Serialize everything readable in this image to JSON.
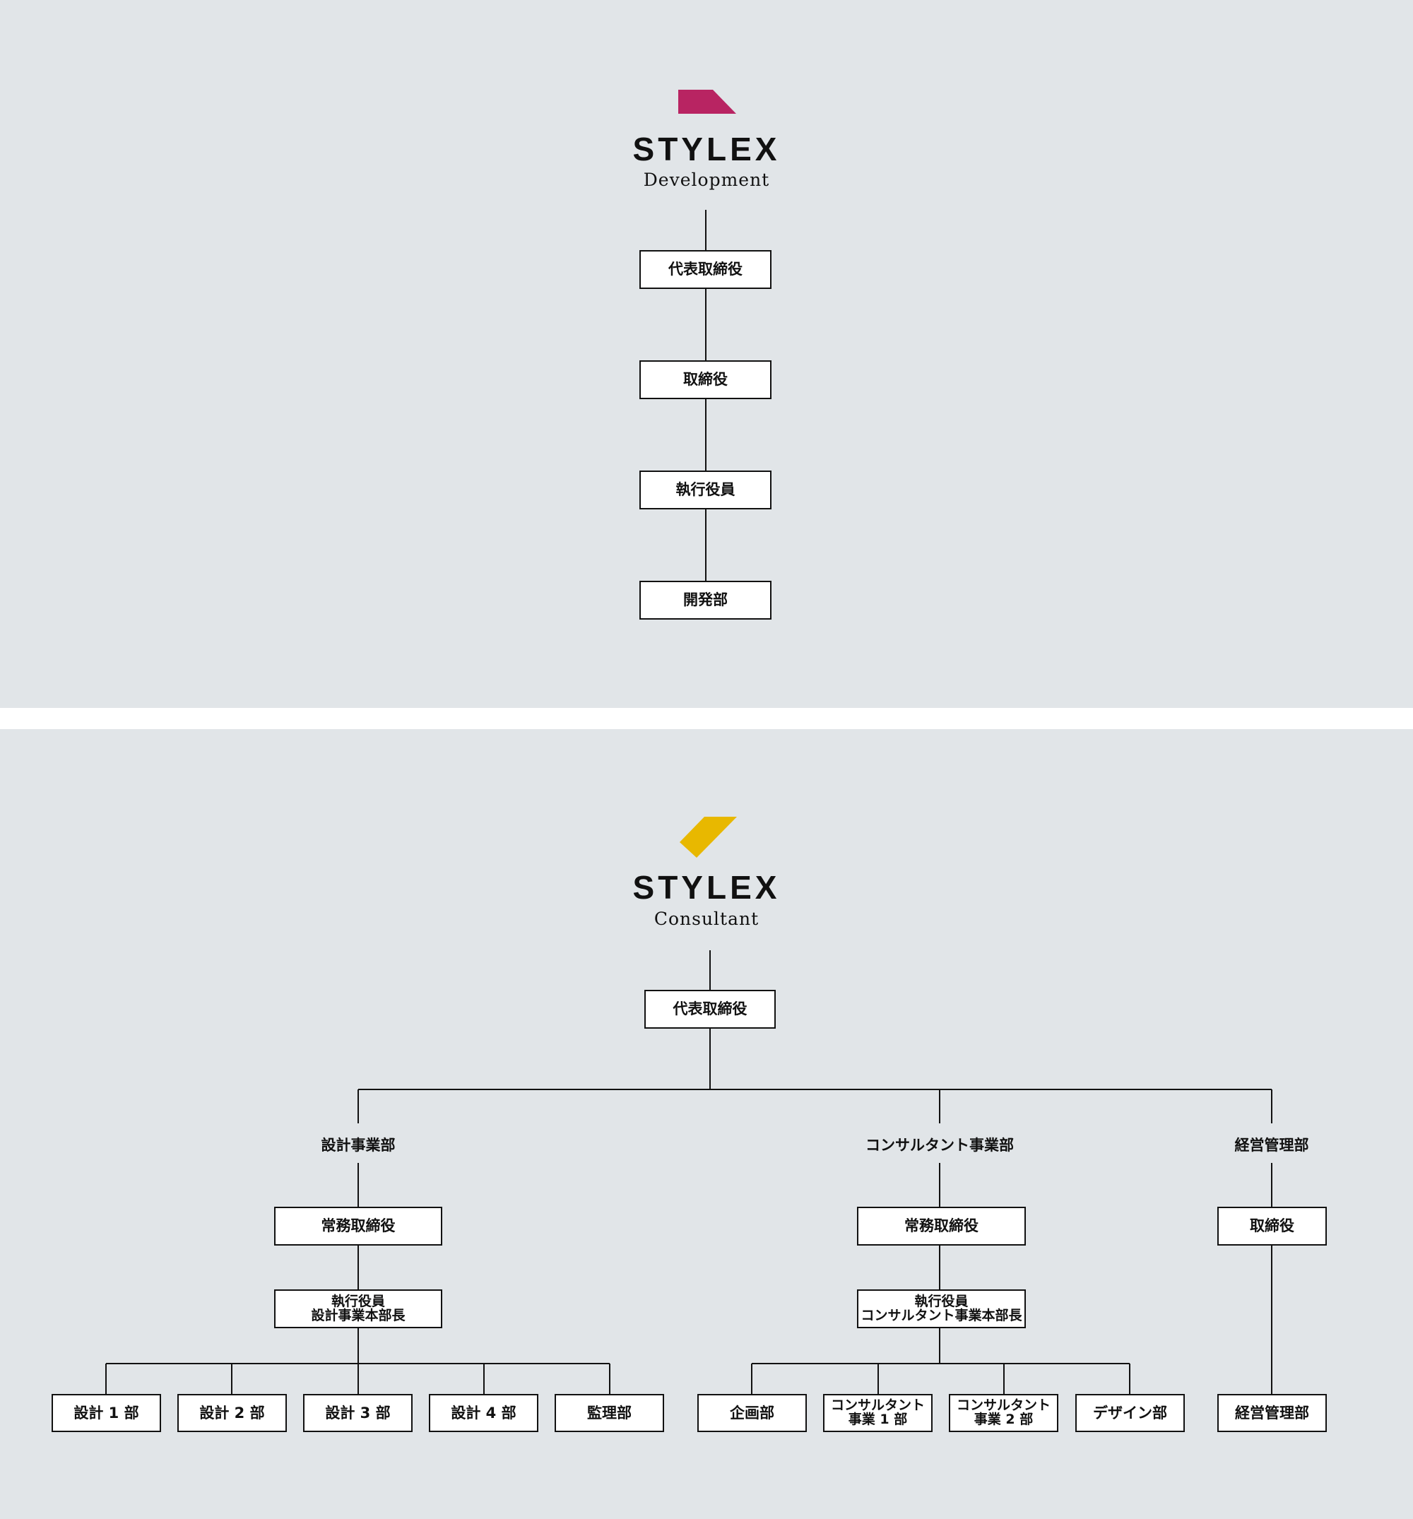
{
  "colors": {
    "background": "#e1e5e8",
    "development_mark": "#b82462",
    "consultant_mark": "#e8b800",
    "line": "#111111"
  },
  "development": {
    "brand": "STYLEX",
    "subtitle": "Development",
    "chain": [
      "代表取締役",
      "取締役",
      "執行役員",
      "開発部"
    ]
  },
  "consultant": {
    "brand": "STYLEX",
    "subtitle": "Consultant",
    "top": "代表取締役",
    "divisions": [
      {
        "name": "設計事業部",
        "director": "常務取締役",
        "exec_line1": "執行役員",
        "exec_line2": "設計事業本部長",
        "departments": [
          "設計 1 部",
          "設計 2 部",
          "設計 3 部",
          "設計 4 部",
          "監理部"
        ]
      },
      {
        "name": "コンサルタント事業部",
        "director": "常務取締役",
        "exec_line1": "執行役員",
        "exec_line2": "コンサルタント事業本部長",
        "departments": [
          {
            "l1": "企画部"
          },
          {
            "l1": "コンサルタント",
            "l2": "事業 1 部"
          },
          {
            "l1": "コンサルタント",
            "l2": "事業 2 部"
          },
          {
            "l1": "デザイン部"
          }
        ]
      },
      {
        "name": "経営管理部",
        "director": "取締役",
        "departments": [
          "経営管理部"
        ]
      }
    ]
  }
}
